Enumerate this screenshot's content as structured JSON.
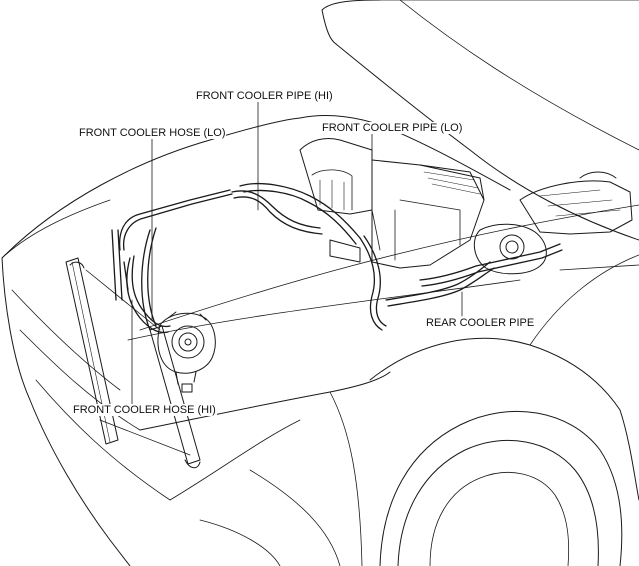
{
  "labels": {
    "front_cooler_pipe_hi": "FRONT COOLER PIPE (HI)",
    "front_cooler_hose_lo": "FRONT COOLER HOSE (LO)",
    "front_cooler_pipe_lo": "FRONT COOLER PIPE (LO)",
    "rear_cooler_pipe": "REAR COOLER PIPE",
    "front_cooler_hose_hi": "FRONT COOLER HOSE (HI)"
  },
  "colors": {
    "line": "#1a1a1a",
    "background": "#ffffff"
  }
}
